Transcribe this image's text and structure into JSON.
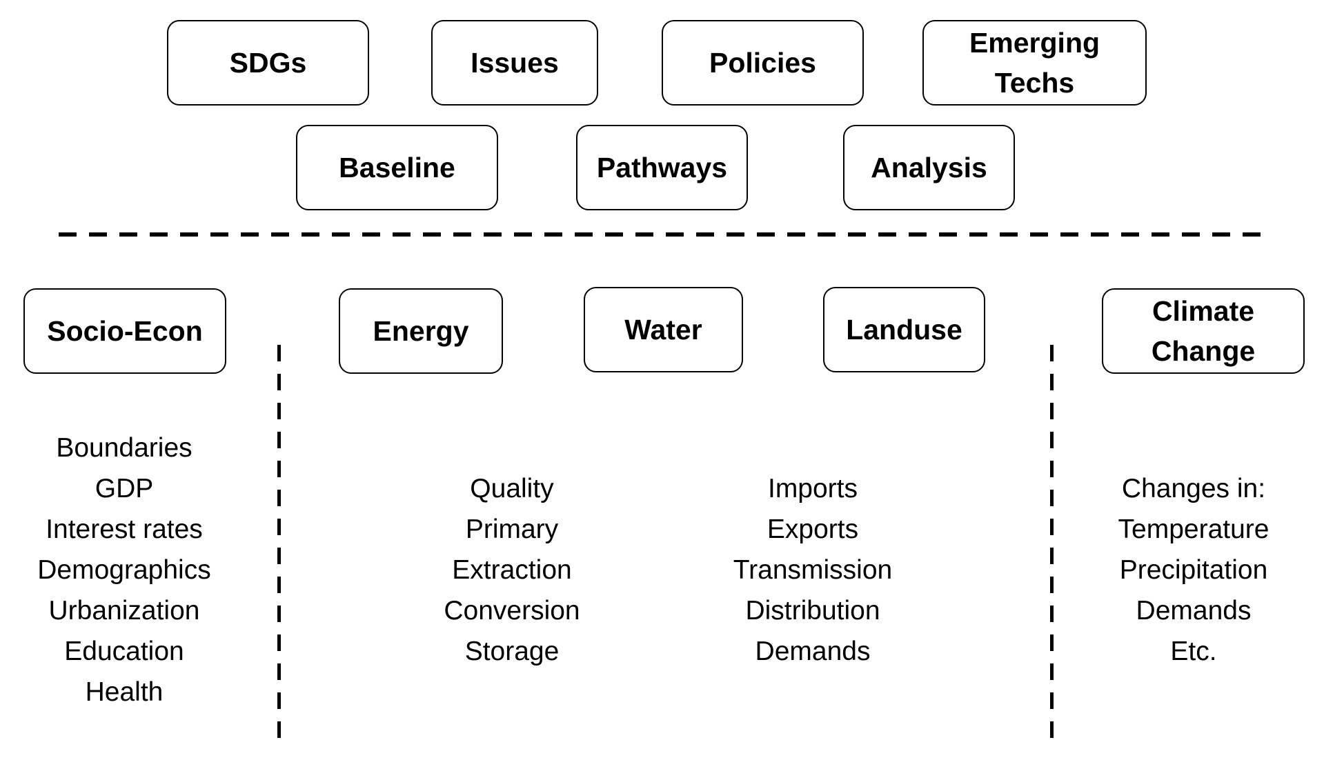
{
  "top_row_1": [
    "SDGs",
    "Issues",
    "Policies",
    "Emerging Techs"
  ],
  "top_row_2": [
    "Baseline",
    "Pathways",
    "Analysis"
  ],
  "modules": {
    "socio_econ": "Socio-Econ",
    "energy": "Energy",
    "water": "Water",
    "landuse": "Landuse",
    "climate": "Climate Change"
  },
  "lists": {
    "socio_econ": [
      "Boundaries",
      "GDP",
      "Interest rates",
      "Demographics",
      "Urbanization",
      "Education",
      "Health"
    ],
    "energy": [
      "Quality",
      "Primary",
      "Extraction",
      "Conversion",
      "Storage"
    ],
    "landuse": [
      "Imports",
      "Exports",
      "Transmission",
      "Distribution",
      "Demands"
    ],
    "climate": [
      "Changes in:",
      "Temperature",
      "Precipitation",
      "Demands",
      "Etc."
    ]
  }
}
